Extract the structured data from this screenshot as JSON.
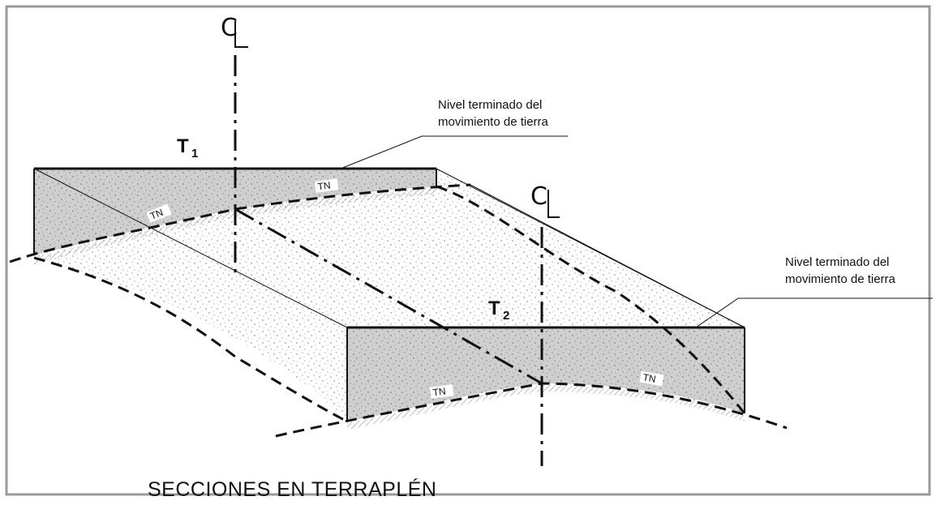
{
  "labels": {
    "section_1": "T",
    "section_1_sub": "1",
    "section_2": "T",
    "section_2_sub": "2",
    "centerline_symbol": "C",
    "note_1_line1": "Nivel terminado del",
    "note_1_line2": "movimiento de tierra",
    "note_2_line1": "Nivel terminado del",
    "note_2_line2": "movimiento de tierra",
    "ground": "TN",
    "caption": "SECCIONES EN TERRAPLÉN"
  },
  "colors": {
    "fill_section": "#cfcfcf",
    "fill_ground": "#ffffff",
    "line": "#111111",
    "frame": "#9a9a9a"
  }
}
